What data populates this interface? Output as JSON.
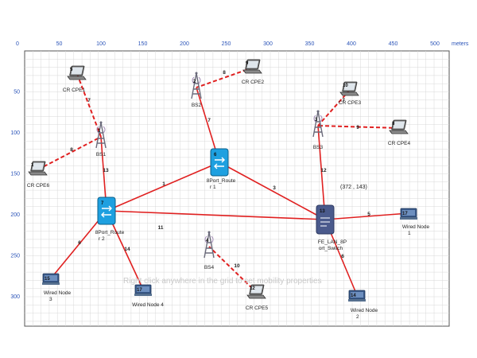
{
  "ruler": {
    "x_ticks": [
      "0",
      "50",
      "100",
      "150",
      "200",
      "250",
      "300",
      "350",
      "400",
      "450",
      "500"
    ],
    "x_unit": "meters",
    "y_ticks": [
      "50",
      "100",
      "150",
      "200",
      "250",
      "300"
    ]
  },
  "hint": "Right click anywhere in the grid to set mobility properties",
  "coordinate_readout": "(372 , 143)",
  "nodes": [
    {
      "id": "5",
      "label": "CR CPE1",
      "type": "laptop"
    },
    {
      "id": "9",
      "label": "CR CPE2",
      "type": "laptop"
    },
    {
      "id": "10",
      "label": "CR CPE3",
      "type": "laptop"
    },
    {
      "id": "8",
      "label": "CR CPE4",
      "type": "laptop"
    },
    {
      "id": "1",
      "label": "CR CPE6",
      "type": "laptop"
    },
    {
      "id": "12",
      "label": "CR CPE5",
      "type": "laptop"
    },
    {
      "id": "1",
      "label": "BS1",
      "type": "tower"
    },
    {
      "id": "2",
      "label": "BS2",
      "type": "tower"
    },
    {
      "id": "3",
      "label": "BS3",
      "type": "tower"
    },
    {
      "id": "4",
      "label": "BS4",
      "type": "tower"
    },
    {
      "id": "6",
      "label": "8Port_Route",
      "label2": "r 1",
      "type": "router"
    },
    {
      "id": "7",
      "label": "8Port_Route",
      "label2": "r 2",
      "type": "router"
    },
    {
      "id": "13",
      "label": "FE_LAN_8P",
      "label2": "ort_Switch",
      "type": "switch"
    },
    {
      "id": "15",
      "label": "Wired Node",
      "label2": "3",
      "type": "wired"
    },
    {
      "id": "17",
      "label": "Wired Node 4",
      "type": "wired"
    },
    {
      "id": "17",
      "label": "Wired Node",
      "label2": "1",
      "type": "wired"
    },
    {
      "id": "14",
      "label": "Wired Node",
      "label2": "2",
      "type": "wired"
    }
  ],
  "links": [
    {
      "label": "7",
      "style": "dashed"
    },
    {
      "label": "8",
      "style": "dashed"
    },
    {
      "label": "7",
      "style": "dashed"
    },
    {
      "label": "9",
      "style": "dashed"
    },
    {
      "label": "8",
      "style": "dashed"
    },
    {
      "label": "10",
      "style": "dashed"
    },
    {
      "label": "13",
      "style": "solid"
    },
    {
      "label": "7",
      "style": "solid"
    },
    {
      "label": "12",
      "style": "solid"
    },
    {
      "label": "1",
      "style": "solid"
    },
    {
      "label": "3",
      "style": "solid"
    },
    {
      "label": "11",
      "style": "solid"
    },
    {
      "label": "5",
      "style": "solid"
    },
    {
      "label": "14",
      "style": "solid"
    },
    {
      "label": "6",
      "style": "solid"
    },
    {
      "label": "6",
      "style": "solid"
    }
  ],
  "colors": {
    "grid": "#d8d8d8",
    "ruler_text": "#2b54b8",
    "link_wired": "#e02020",
    "link_wireless": "#e02020",
    "router": "#1ea0e0",
    "switch": "#4a5a8c",
    "wired_node": "#3a5a8a"
  }
}
